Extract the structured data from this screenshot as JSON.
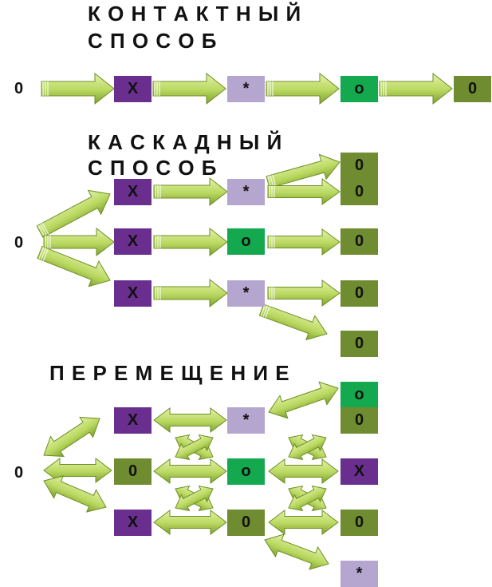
{
  "colors": {
    "purple": "#6a2e8f",
    "lavender": "#b4a6cf",
    "green": "#14a84f",
    "olive": "#708c30",
    "arrow_light": "#cfe58a",
    "arrow_dark": "#6d8f24"
  },
  "sections": [
    {
      "title_line1": "К О Н Т А К Т Н Ы Й",
      "title_line2": "С П О С О Б"
    },
    {
      "title_line1": "К А С К А Д Н Ы Й",
      "title_line2": "С П О С О Б"
    },
    {
      "title_line1": "П Е Р Е М Е Щ Е Н И Е"
    }
  ],
  "labels": {
    "start": "0",
    "x": "X",
    "star": "*",
    "o": "o",
    "zero": "0"
  }
}
